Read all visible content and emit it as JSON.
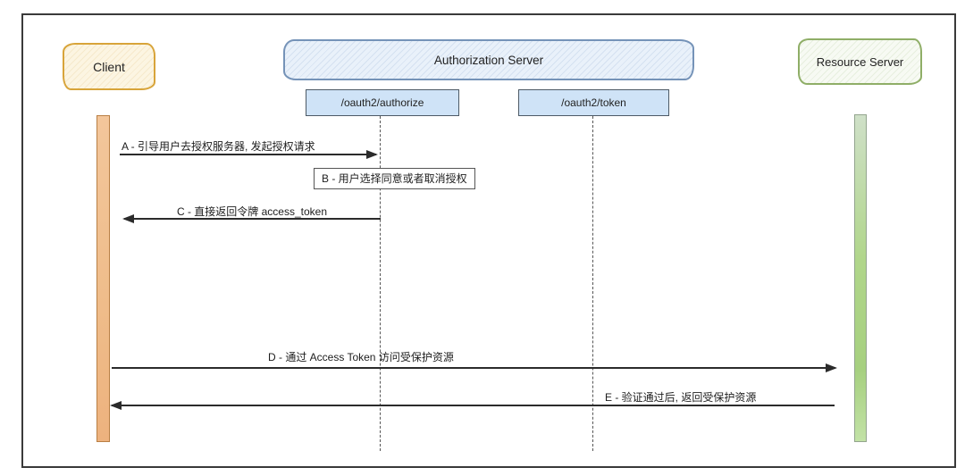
{
  "diagram_type": "sequence-diagram",
  "actors": {
    "client": {
      "label": "Client"
    },
    "authorization_server": {
      "label": "Authorization Server"
    },
    "resource_server": {
      "label": "Resource Server"
    }
  },
  "endpoints": {
    "authorize": {
      "label": "/oauth2/authorize",
      "parent": "Authorization Server"
    },
    "token": {
      "label": "/oauth2/token",
      "parent": "Authorization Server"
    }
  },
  "messages": {
    "a": {
      "label": "A - 引导用户去授权服务器, 发起授权请求",
      "from": "Client",
      "to": "/oauth2/authorize",
      "direction": "right"
    },
    "b": {
      "label": "B - 用户选择同意或者取消授权",
      "type": "note",
      "on": "/oauth2/authorize"
    },
    "c": {
      "label": "C - 直接返回令牌  access_token",
      "from": "/oauth2/authorize",
      "to": "Client",
      "direction": "left"
    },
    "d": {
      "label": "D - 通过 Access Token 访问受保护资源",
      "from": "Client",
      "to": "Resource Server",
      "direction": "right"
    },
    "e": {
      "label": "E - 验证通过后, 返回受保护资源",
      "from": "Resource Server",
      "to": "Client",
      "direction": "left"
    }
  },
  "colors": {
    "frame_border": "#3a3a3a",
    "client_border": "#d8a43a",
    "client_fill": "#fcf5e2",
    "auth_border": "#7593b8",
    "auth_fill": "#e9f1fa",
    "resource_border": "#8fae67",
    "resource_fill": "#f7faf3",
    "endpoint_fill": "#cfe3f7",
    "client_lifeline_fill": "#efbd8b",
    "resource_lifeline_fill": "#a6d07f",
    "arrow": "#2b2b2b"
  }
}
